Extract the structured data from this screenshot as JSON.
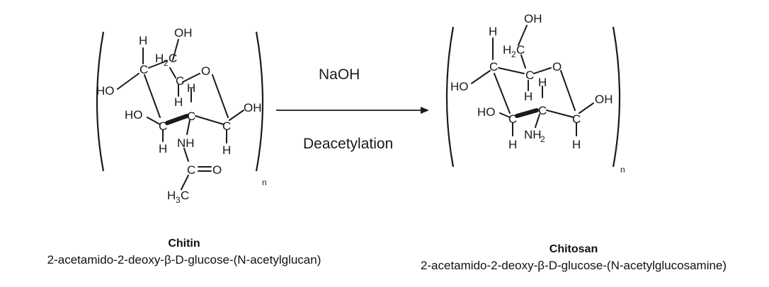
{
  "reaction": {
    "reagent": "NaOH",
    "process": "Deacetylation",
    "arrow_color": "#1a1a1a"
  },
  "chitin": {
    "name": "Chitin",
    "description": "2-acetamido-2-deoxy-β-D-glucose-(N-acetylglucan)",
    "repeat_subscript": "n",
    "atoms": {
      "oh_top": "OH",
      "h_top": "H",
      "h2c": "H",
      "h2c_sub": "2",
      "c_ch2": "C",
      "c_left": "C",
      "ho_left": "HO",
      "o_ring": "O",
      "h_mid1": "H",
      "h_mid2": "H",
      "ho_mid": "HO",
      "c_bottom_left": "C",
      "c_bottom_mid": "C",
      "c_right": "C",
      "oh_right": "OH",
      "h_bottom1": "H",
      "h_nh": "NH",
      "h_bottom2": "H",
      "c_carbonyl": "C",
      "o_carbonyl": "O",
      "h3c": "H",
      "h3c_sub": "3",
      "h3c_c": "C"
    }
  },
  "chitosan": {
    "name": "Chitosan",
    "description": "2-acetamido-2-deoxy-β-D-glucose-(N-acetylglucosamine)",
    "repeat_subscript": "n",
    "atoms": {
      "oh_top": "OH",
      "h_top": "H",
      "h2c": "H",
      "h2c_sub": "2",
      "c_ch2": "C",
      "c_left": "C",
      "ho_left": "HO",
      "o_ring": "O",
      "h_mid1": "H",
      "h_mid2": "H",
      "ho_mid": "HO",
      "c_bottom_left": "C",
      "c_bottom_mid": "C",
      "c_right": "C",
      "oh_right": "OH",
      "h_bottom1": "H",
      "nh2": "NH",
      "nh2_sub": "2",
      "h_bottom2": "H"
    }
  }
}
